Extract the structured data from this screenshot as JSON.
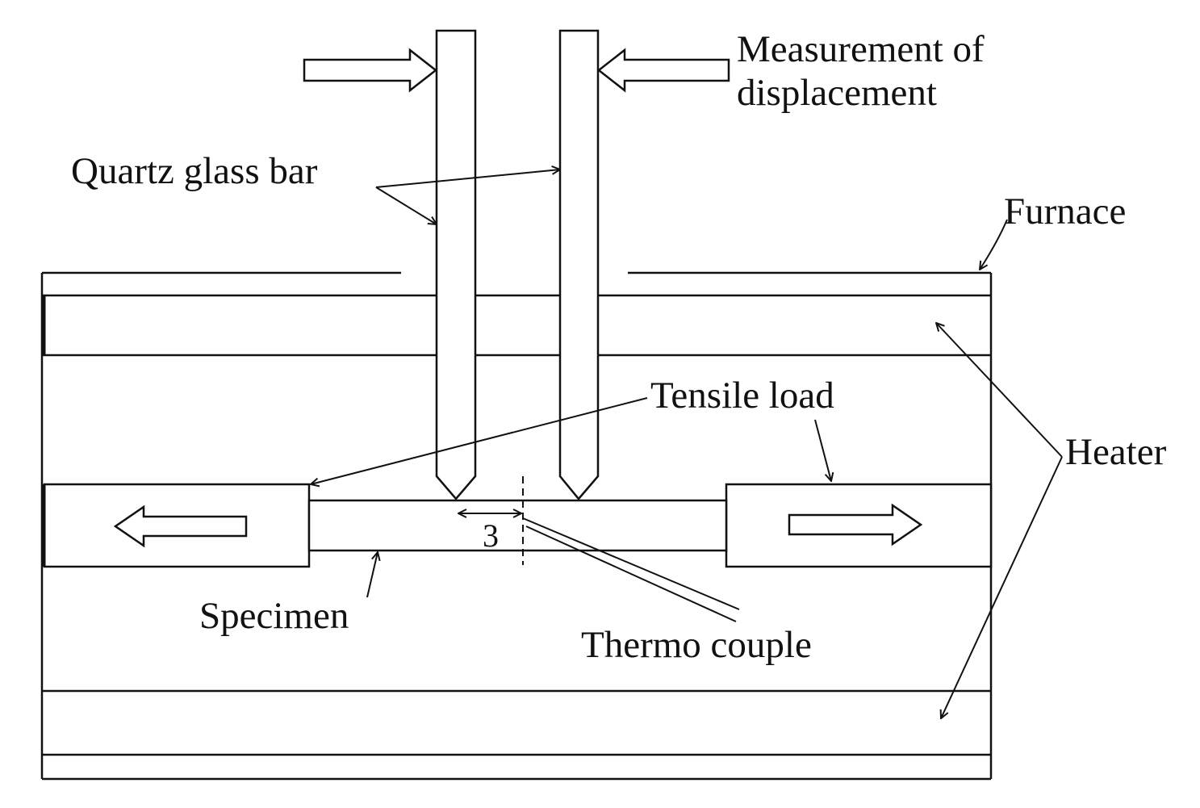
{
  "labels": {
    "measurement_line1": "Measurement of",
    "measurement_line2": "displacement",
    "quartz": "Quartz glass bar",
    "furnace": "Furnace",
    "tensile": "Tensile load",
    "heater": "Heater",
    "specimen": "Specimen",
    "thermo": "Thermo couple",
    "dimension": "3"
  },
  "colors": {
    "stroke": "#111111",
    "background": "#ffffff"
  }
}
